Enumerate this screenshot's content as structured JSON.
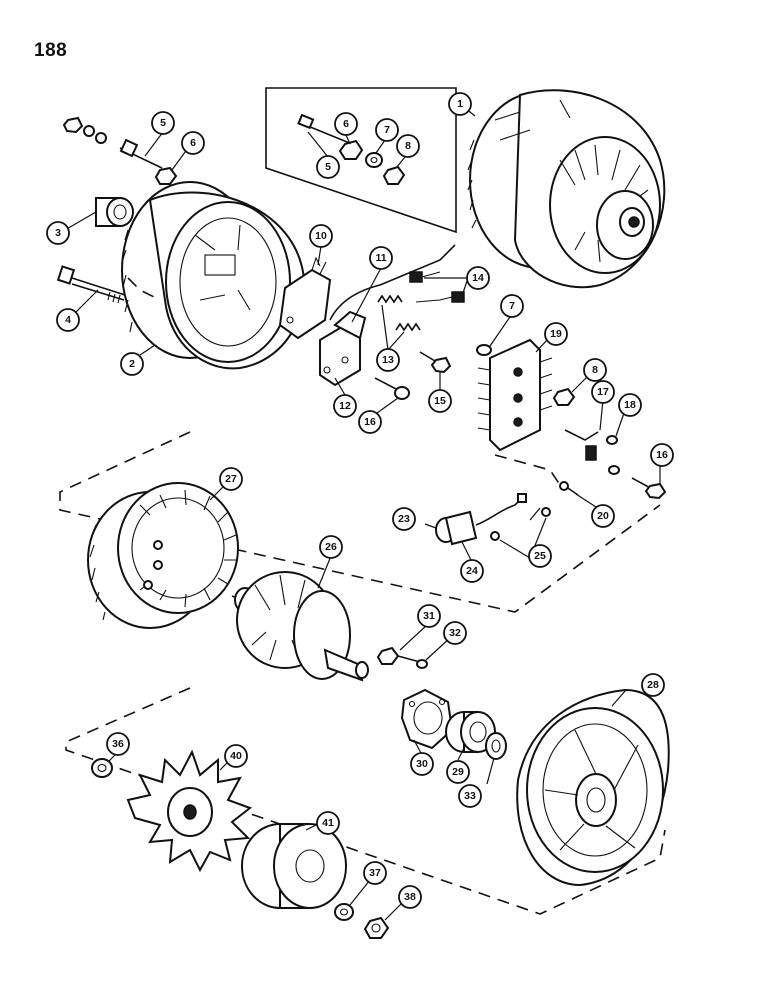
{
  "page_number": "188",
  "callouts": [
    {
      "label": "1"
    },
    {
      "label": "2"
    },
    {
      "label": "3"
    },
    {
      "label": "4"
    },
    {
      "label": "5"
    },
    {
      "label": "6"
    },
    {
      "label": "5"
    },
    {
      "label": "6"
    },
    {
      "label": "7"
    },
    {
      "label": "8"
    },
    {
      "label": "10"
    },
    {
      "label": "11"
    },
    {
      "label": "12"
    },
    {
      "label": "13"
    },
    {
      "label": "14"
    },
    {
      "label": "15"
    },
    {
      "label": "16"
    },
    {
      "label": "7"
    },
    {
      "label": "19"
    },
    {
      "label": "8"
    },
    {
      "label": "17"
    },
    {
      "label": "18"
    },
    {
      "label": "16"
    },
    {
      "label": "20"
    },
    {
      "label": "23"
    },
    {
      "label": "24"
    },
    {
      "label": "25"
    },
    {
      "label": "27"
    },
    {
      "label": "26"
    },
    {
      "label": "31"
    },
    {
      "label": "32"
    },
    {
      "label": "28"
    },
    {
      "label": "30"
    },
    {
      "label": "29"
    },
    {
      "label": "33"
    },
    {
      "label": "36"
    },
    {
      "label": "40"
    },
    {
      "label": "41"
    },
    {
      "label": "37"
    },
    {
      "label": "38"
    }
  ]
}
